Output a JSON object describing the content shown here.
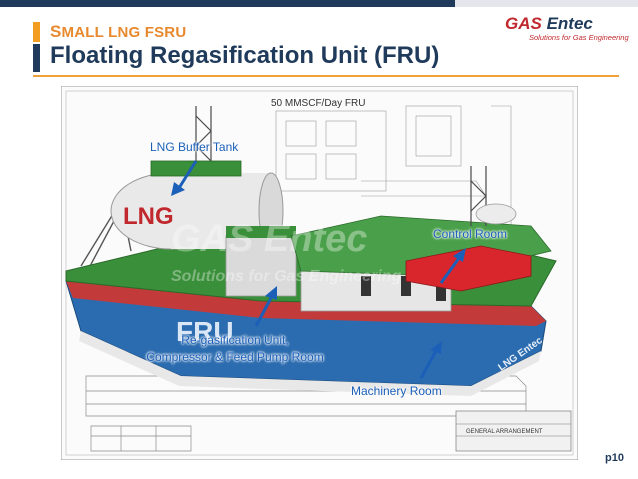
{
  "header": {
    "subtitle_first": "S",
    "subtitle_rest": "MALL LNG FSRU",
    "title": "Floating Regasification Unit (FRU)"
  },
  "logo": {
    "name_part1": "GAS",
    "name_part2": " Entec",
    "tagline": "Solutions for Gas Engineering"
  },
  "figure": {
    "drawing_title": "50 MMSCF/Day FRU",
    "vessel_lettering": "FRU",
    "tank_lettering": "LNG",
    "hull_lettering": "LNG Entec",
    "watermark": "GAS Entec",
    "watermark_sub": "Solutions for Gas Engineering",
    "titleblock": "GENERAL ARRANGEMENT"
  },
  "callouts": {
    "buffer_tank": "LNG Buffer Tank",
    "control_room": "Control Room",
    "regas_line1": "Re-gasification Unit,",
    "regas_line2": "Compressor & Feed Pump Room",
    "machinery": "Machinery Room"
  },
  "page": {
    "number": "p10"
  },
  "colors": {
    "navy": "#1f3a5a",
    "orange": "#e8892e",
    "callout_blue": "#1b5fb8",
    "hull_blue": "#2b6cb0",
    "deck_green": "#3a8f3a",
    "control_red": "#d8262c"
  }
}
